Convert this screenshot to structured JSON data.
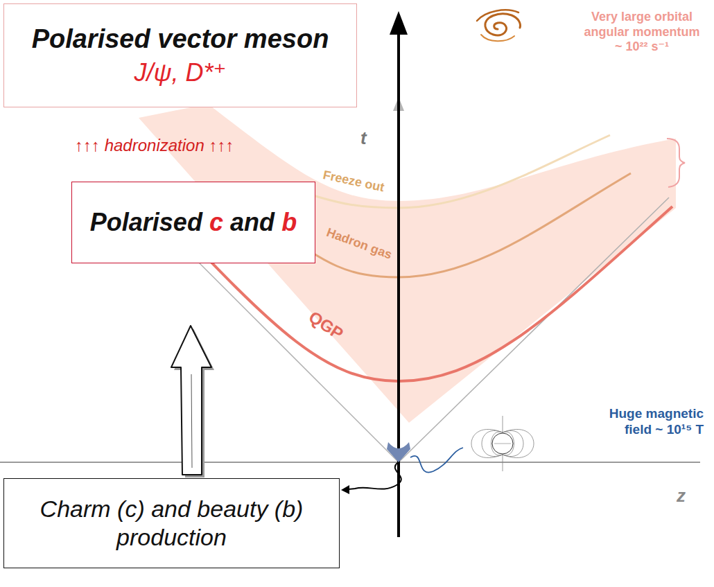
{
  "diagram": {
    "nodes": [
      {
        "text": [
          "Polarised vector meson",
          "J/ψ, D*⁺"
        ]
      },
      {
        "text": [
          "Polarised",
          "c",
          "and",
          "b"
        ]
      },
      {
        "text": [
          "Charm (c) and beauty (b) production"
        ]
      }
    ],
    "labels": [
      "↑↑↑ hadronization ↑↑↑",
      "t",
      "Freeze out",
      "Hadron gas",
      "QGP",
      "Very large orbital angular momentum ~ 10²² s⁻¹",
      "Huge magnetic field ~ 10¹⁵ T",
      "z"
    ]
  }
}
